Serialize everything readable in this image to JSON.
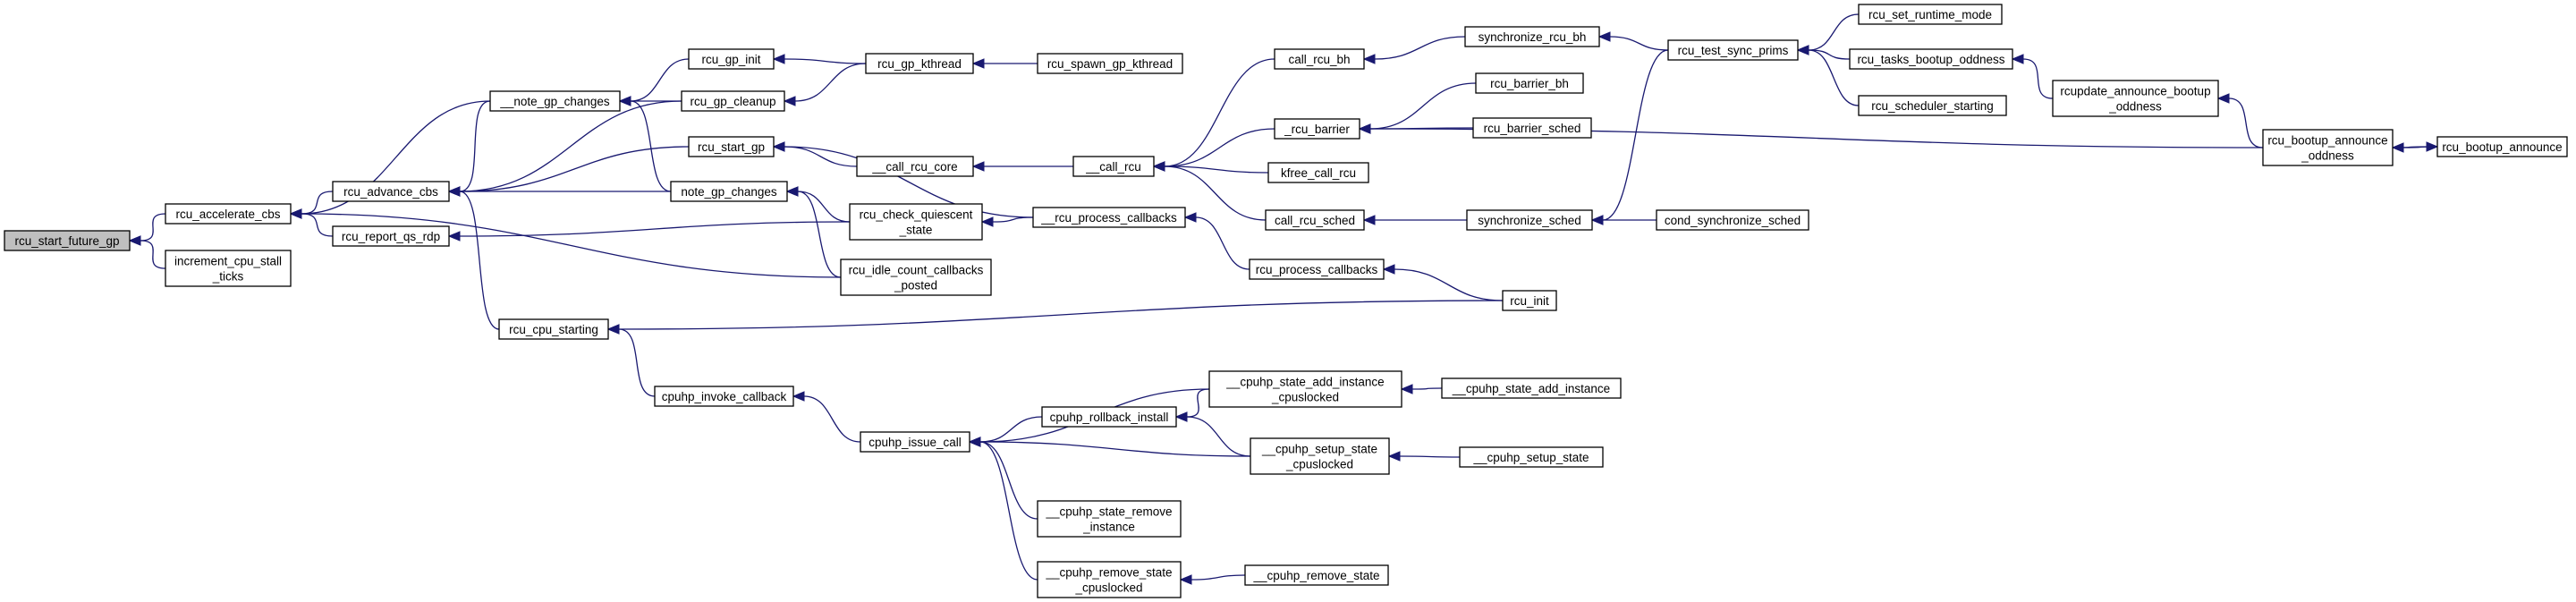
{
  "colors": {
    "edge": "#191970",
    "node_border": "#000000",
    "highlight_fill": "#bfbfbf",
    "background": "#ffffff"
  },
  "nodes": [
    {
      "id": "rsfg",
      "lines": [
        "rcu_start_future_gp"
      ],
      "highlight": true
    },
    {
      "id": "rac",
      "lines": [
        "rcu_accelerate_cbs"
      ]
    },
    {
      "id": "icst",
      "lines": [
        "increment_cpu_stall",
        "_ticks"
      ]
    },
    {
      "id": "ngc2",
      "lines": [
        "__note_gp_changes"
      ]
    },
    {
      "id": "radv",
      "lines": [
        "rcu_advance_cbs"
      ]
    },
    {
      "id": "rqr",
      "lines": [
        "rcu_report_qs_rdp"
      ]
    },
    {
      "id": "rcs",
      "lines": [
        "rcu_cpu_starting"
      ]
    },
    {
      "id": "rgi",
      "lines": [
        "rcu_gp_init"
      ]
    },
    {
      "id": "rgc",
      "lines": [
        "rcu_gp_cleanup"
      ]
    },
    {
      "id": "rsg",
      "lines": [
        "rcu_start_gp"
      ]
    },
    {
      "id": "ngc",
      "lines": [
        "note_gp_changes"
      ]
    },
    {
      "id": "cic",
      "lines": [
        "cpuhp_invoke_callback"
      ]
    },
    {
      "id": "rgk",
      "lines": [
        "rcu_gp_kthread"
      ]
    },
    {
      "id": "crc",
      "lines": [
        "__call_rcu_core"
      ]
    },
    {
      "id": "rcqs",
      "lines": [
        "rcu_check_quiescent",
        "_state"
      ]
    },
    {
      "id": "ricc",
      "lines": [
        "rcu_idle_count_callbacks",
        "_posted"
      ]
    },
    {
      "id": "cic2",
      "lines": [
        "cpuhp_issue_call"
      ]
    },
    {
      "id": "rsgk",
      "lines": [
        "rcu_spawn_gp_kthread"
      ]
    },
    {
      "id": "cr",
      "lines": [
        "__call_rcu"
      ]
    },
    {
      "id": "rpc2",
      "lines": [
        "__rcu_process_callbacks"
      ]
    },
    {
      "id": "cri",
      "lines": [
        "cpuhp_rollback_install"
      ]
    },
    {
      "id": "csri",
      "lines": [
        "__cpuhp_state_remove",
        "_instance"
      ]
    },
    {
      "id": "crsc",
      "lines": [
        "__cpuhp_remove_state",
        "_cpuslocked"
      ]
    },
    {
      "id": "crb",
      "lines": [
        "call_rcu_bh"
      ]
    },
    {
      "id": "rb",
      "lines": [
        "_rcu_barrier"
      ]
    },
    {
      "id": "kcr",
      "lines": [
        "kfree_call_rcu"
      ]
    },
    {
      "id": "crs",
      "lines": [
        "call_rcu_sched"
      ]
    },
    {
      "id": "rpc",
      "lines": [
        "rcu_process_callbacks"
      ]
    },
    {
      "id": "csaic",
      "lines": [
        "__cpuhp_state_add_instance",
        "_cpuslocked"
      ]
    },
    {
      "id": "cssc",
      "lines": [
        "__cpuhp_setup_state",
        "_cpuslocked"
      ]
    },
    {
      "id": "crs2",
      "lines": [
        "__cpuhp_remove_state"
      ]
    },
    {
      "id": "srb",
      "lines": [
        "synchronize_rcu_bh"
      ]
    },
    {
      "id": "rbb",
      "lines": [
        "rcu_barrier_bh"
      ]
    },
    {
      "id": "rbs",
      "lines": [
        "rcu_barrier_sched"
      ]
    },
    {
      "id": "ss",
      "lines": [
        "synchronize_sched"
      ]
    },
    {
      "id": "ri",
      "lines": [
        "rcu_init"
      ]
    },
    {
      "id": "csai",
      "lines": [
        "__cpuhp_state_add_instance"
      ]
    },
    {
      "id": "css",
      "lines": [
        "__cpuhp_setup_state"
      ]
    },
    {
      "id": "rtsp",
      "lines": [
        "rcu_test_sync_prims"
      ]
    },
    {
      "id": "css2",
      "lines": [
        "cond_synchronize_sched"
      ]
    },
    {
      "id": "rsrm",
      "lines": [
        "rcu_set_runtime_mode"
      ]
    },
    {
      "id": "rtbo",
      "lines": [
        "rcu_tasks_bootup_oddness"
      ]
    },
    {
      "id": "rss",
      "lines": [
        "rcu_scheduler_starting"
      ]
    },
    {
      "id": "raboo",
      "lines": [
        "rcupdate_announce_bootup",
        "_oddness"
      ]
    },
    {
      "id": "rbao",
      "lines": [
        "rcu_bootup_announce",
        "_oddness"
      ]
    },
    {
      "id": "rba",
      "lines": [
        "rcu_bootup_announce"
      ]
    }
  ]
}
